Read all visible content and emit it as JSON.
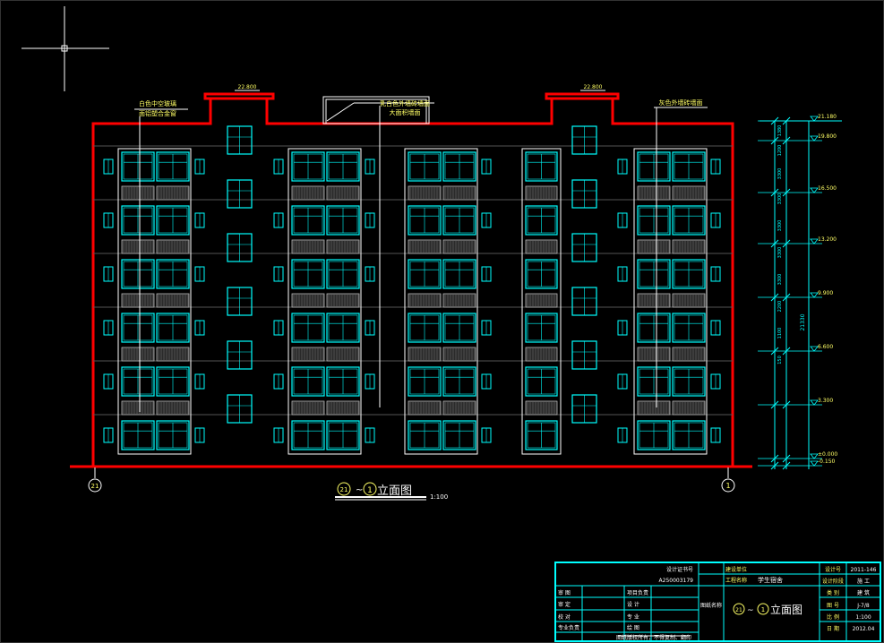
{
  "drawing": {
    "title_circle_left": "21",
    "title_sep": "~",
    "title_circle_right": "1",
    "title_text": "立面图",
    "scale": "1:100",
    "axis_left": "21",
    "axis_right": "1"
  },
  "annotations": {
    "left_note_1": "白色中空玻璃",
    "left_note_2": "面铝塑合金窗",
    "center_note_1": "乳白色外墙砖墙面",
    "center_note_2": "大面积墙面",
    "right_note": "灰色外墙砖墙面"
  },
  "roof_levels": {
    "left": "22.800",
    "right": "22.800"
  },
  "elevations": [
    "21.180",
    "19.800",
    "16.500",
    "13.200",
    "9.900",
    "6.600",
    "3.300",
    "±0.000",
    "-0.150"
  ],
  "dimension_segments": [
    "1380",
    "1200",
    "3300",
    "3300",
    "3300",
    "3300",
    "3300",
    "2200",
    "1100",
    "150"
  ],
  "dimension_total": "21330",
  "title_block": {
    "cert_label": "设计证书号",
    "cert_no": "A250003179",
    "unit_label": "建设单位",
    "project_label": "工程名称",
    "project_name": "学生宿舍",
    "dwg_no_label": "设计号",
    "dwg_no": "2011-146",
    "discipline_label": "设计阶段",
    "discipline": "施 工",
    "category_label": "类 别",
    "category": "建 筑",
    "sheet_label": "图 号",
    "sheet": "J-7/8",
    "scale_label": "比 例",
    "scale": "1:100",
    "date_label": "日 期",
    "date": "2012.04",
    "drawing_name_label": "图纸名称",
    "drawing_title_left": "21",
    "drawing_title_sep": "~",
    "drawing_title_right": "1",
    "drawing_title_text": "立面图",
    "roles": [
      "审 图",
      "审 定",
      "校 对",
      "专业负责"
    ],
    "roles2": [
      "项目负责",
      "设 计",
      "专 业",
      "绘 图"
    ],
    "footer_note": "图纸版权所有，不得复制、翻印"
  },
  "colors": {
    "background": "#000000",
    "outline": "#ff0000",
    "window": "#00ffff",
    "text": "#ffffff",
    "label": "#ffff66"
  }
}
